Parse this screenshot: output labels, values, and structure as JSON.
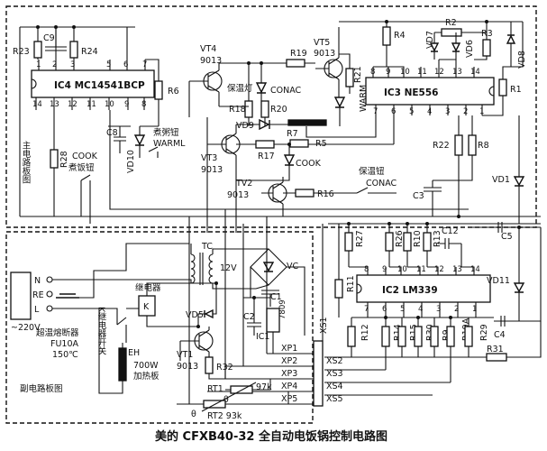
{
  "caption": "美的 CFXB40-32 全自动电饭锅控制电路图",
  "boards": {
    "main": "主电路板图",
    "sub": "副电路板图"
  },
  "ic": {
    "ic4": "IC4 MC14541BCP",
    "ic3": "IC3 NE556",
    "ic2": "IC2 LM339",
    "ic1": "IC1",
    "reg": "7809"
  },
  "ic_pins": {
    "ic4_top": [
      "1",
      "2",
      "3",
      "5",
      "6",
      "7"
    ],
    "ic4_bottom": [
      "14",
      "13",
      "12",
      "11",
      "10",
      "9",
      "8"
    ],
    "ic3_top": [
      "8",
      "9",
      "10",
      "11",
      "12",
      "13",
      "14"
    ],
    "ic3_bottom": [
      "7",
      "6",
      "5",
      "4",
      "3",
      "2",
      "1"
    ],
    "ic2_top": [
      "8",
      "9",
      "10",
      "11",
      "12",
      "13",
      "14"
    ],
    "ic2_bottom": [
      "7",
      "6",
      "5",
      "4",
      "3",
      "2",
      "1"
    ]
  },
  "transistors": {
    "vt4": "VT4",
    "vt4_type": "9013",
    "vt5": "VT5",
    "vt5_type": "9013",
    "vt3": "VT3",
    "vt3_type": "9013",
    "tv2": "TV2",
    "tv2_type": "9013",
    "vt1": "VT1",
    "vt1_type": "9013"
  },
  "resistors": {
    "r23": "R23",
    "r24": "R24",
    "r6": "R6",
    "r28": "R28",
    "r18": "R18",
    "r20": "R20",
    "r19": "R19",
    "r21": "R21",
    "r17": "R17",
    "r7": "R7",
    "r5": "R5",
    "r16": "R16",
    "r4": "R4",
    "r2": "R2",
    "r3": "R3",
    "r1": "R1",
    "r22": "R22",
    "r8": "R8",
    "r27": "R27",
    "r26": "R26",
    "r10": "R10",
    "r13": "R13",
    "r11": "R11",
    "r12": "R12",
    "r14": "R14",
    "r15": "R15",
    "r30": "R30",
    "r9": "R9",
    "r29": "R29",
    "r31": "R31",
    "r32": "R32"
  },
  "r19a": "R19A",
  "capacitors": {
    "c9": "C9",
    "c8": "C8",
    "c3": "C3",
    "c12": "C12",
    "c5": "C5",
    "c4": "C4",
    "c1": "C1",
    "c2": "C2"
  },
  "diodes": {
    "vd10": "VD10",
    "vd9": "VD9",
    "vd7": "VD7",
    "vd6": "VD6",
    "vd8": "VD8",
    "vd1": "VD1",
    "vd11": "VD11",
    "vd5": "VD5",
    "vc": "VC"
  },
  "leds": {
    "warml": "WARML",
    "conac": "CONAC",
    "cook": "COOK",
    "warm": "WARM"
  },
  "labels": {
    "warm_btn": "煮粥钮",
    "warm_lamp": "保温灯",
    "cook_btn_en": "COOK",
    "cook_btn_cn": "煮饭钮",
    "keep_warm_btn": "保温钮",
    "keep_warm_en": "CONAC",
    "transformer": "TC",
    "transformer_v": "12V",
    "relay": "继电器",
    "relay_k": "K",
    "relay_switch": "K继电器开关",
    "heater_name": "EH",
    "heater_power": "700W",
    "heater_desc": "加热板",
    "fuse_name": "超温熔断器",
    "fuse_rating": "FU10A",
    "fuse_temp": "150℃",
    "ac_voltage": "~220V",
    "rt1": "RT1",
    "rt1_val": "97k",
    "rt2": "RT2 93k",
    "theta": "θ"
  },
  "terminals": {
    "n": "N",
    "re": "RE",
    "l": "L"
  },
  "connectors": {
    "xs1": "XS1",
    "xp": [
      "XP1",
      "XP2",
      "XP3",
      "XP4",
      "XP5"
    ],
    "xs": [
      "XS2",
      "XS3",
      "XS4",
      "XS5"
    ]
  }
}
